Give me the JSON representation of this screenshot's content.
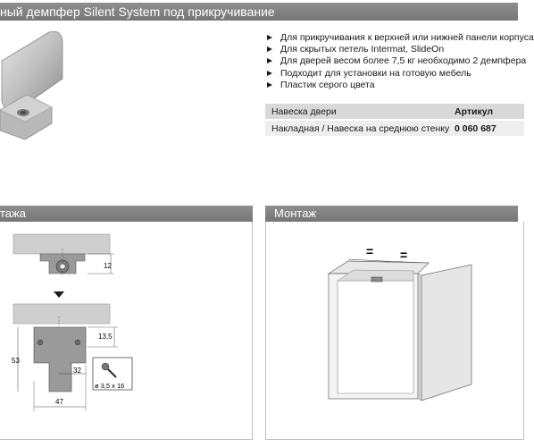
{
  "header": {
    "title": "ный демпфер Silent System под прикручивание"
  },
  "features": [
    "Для прикручивания к верхней или нижней панели корпуса",
    "Для скрытых петель Intermat, SlideOn",
    "Для дверей весом более 7,5 кг необходимо 2 демпфера",
    "Подходит для установки на готовую мебель",
    "Пластик серого цвета"
  ],
  "table": {
    "headers": [
      "Навеска двери",
      "Артикул"
    ],
    "rows": [
      [
        "Накладная / Навеска на среднюю стенку",
        "0 060 687"
      ]
    ]
  },
  "left_section": {
    "title": "тажа",
    "dims": {
      "d12": "12",
      "d13_5": "13,5",
      "d53": "53",
      "d32": "32",
      "d47": "47",
      "screw": "ø 3,5 x 16"
    }
  },
  "right_section": {
    "title": "Монтаж",
    "eq1": "=",
    "eq2": "="
  },
  "colors": {
    "bar": "#808080",
    "part": "#9a9a9a",
    "panel": "#cccccc",
    "table_head": "#d9d9d9"
  }
}
